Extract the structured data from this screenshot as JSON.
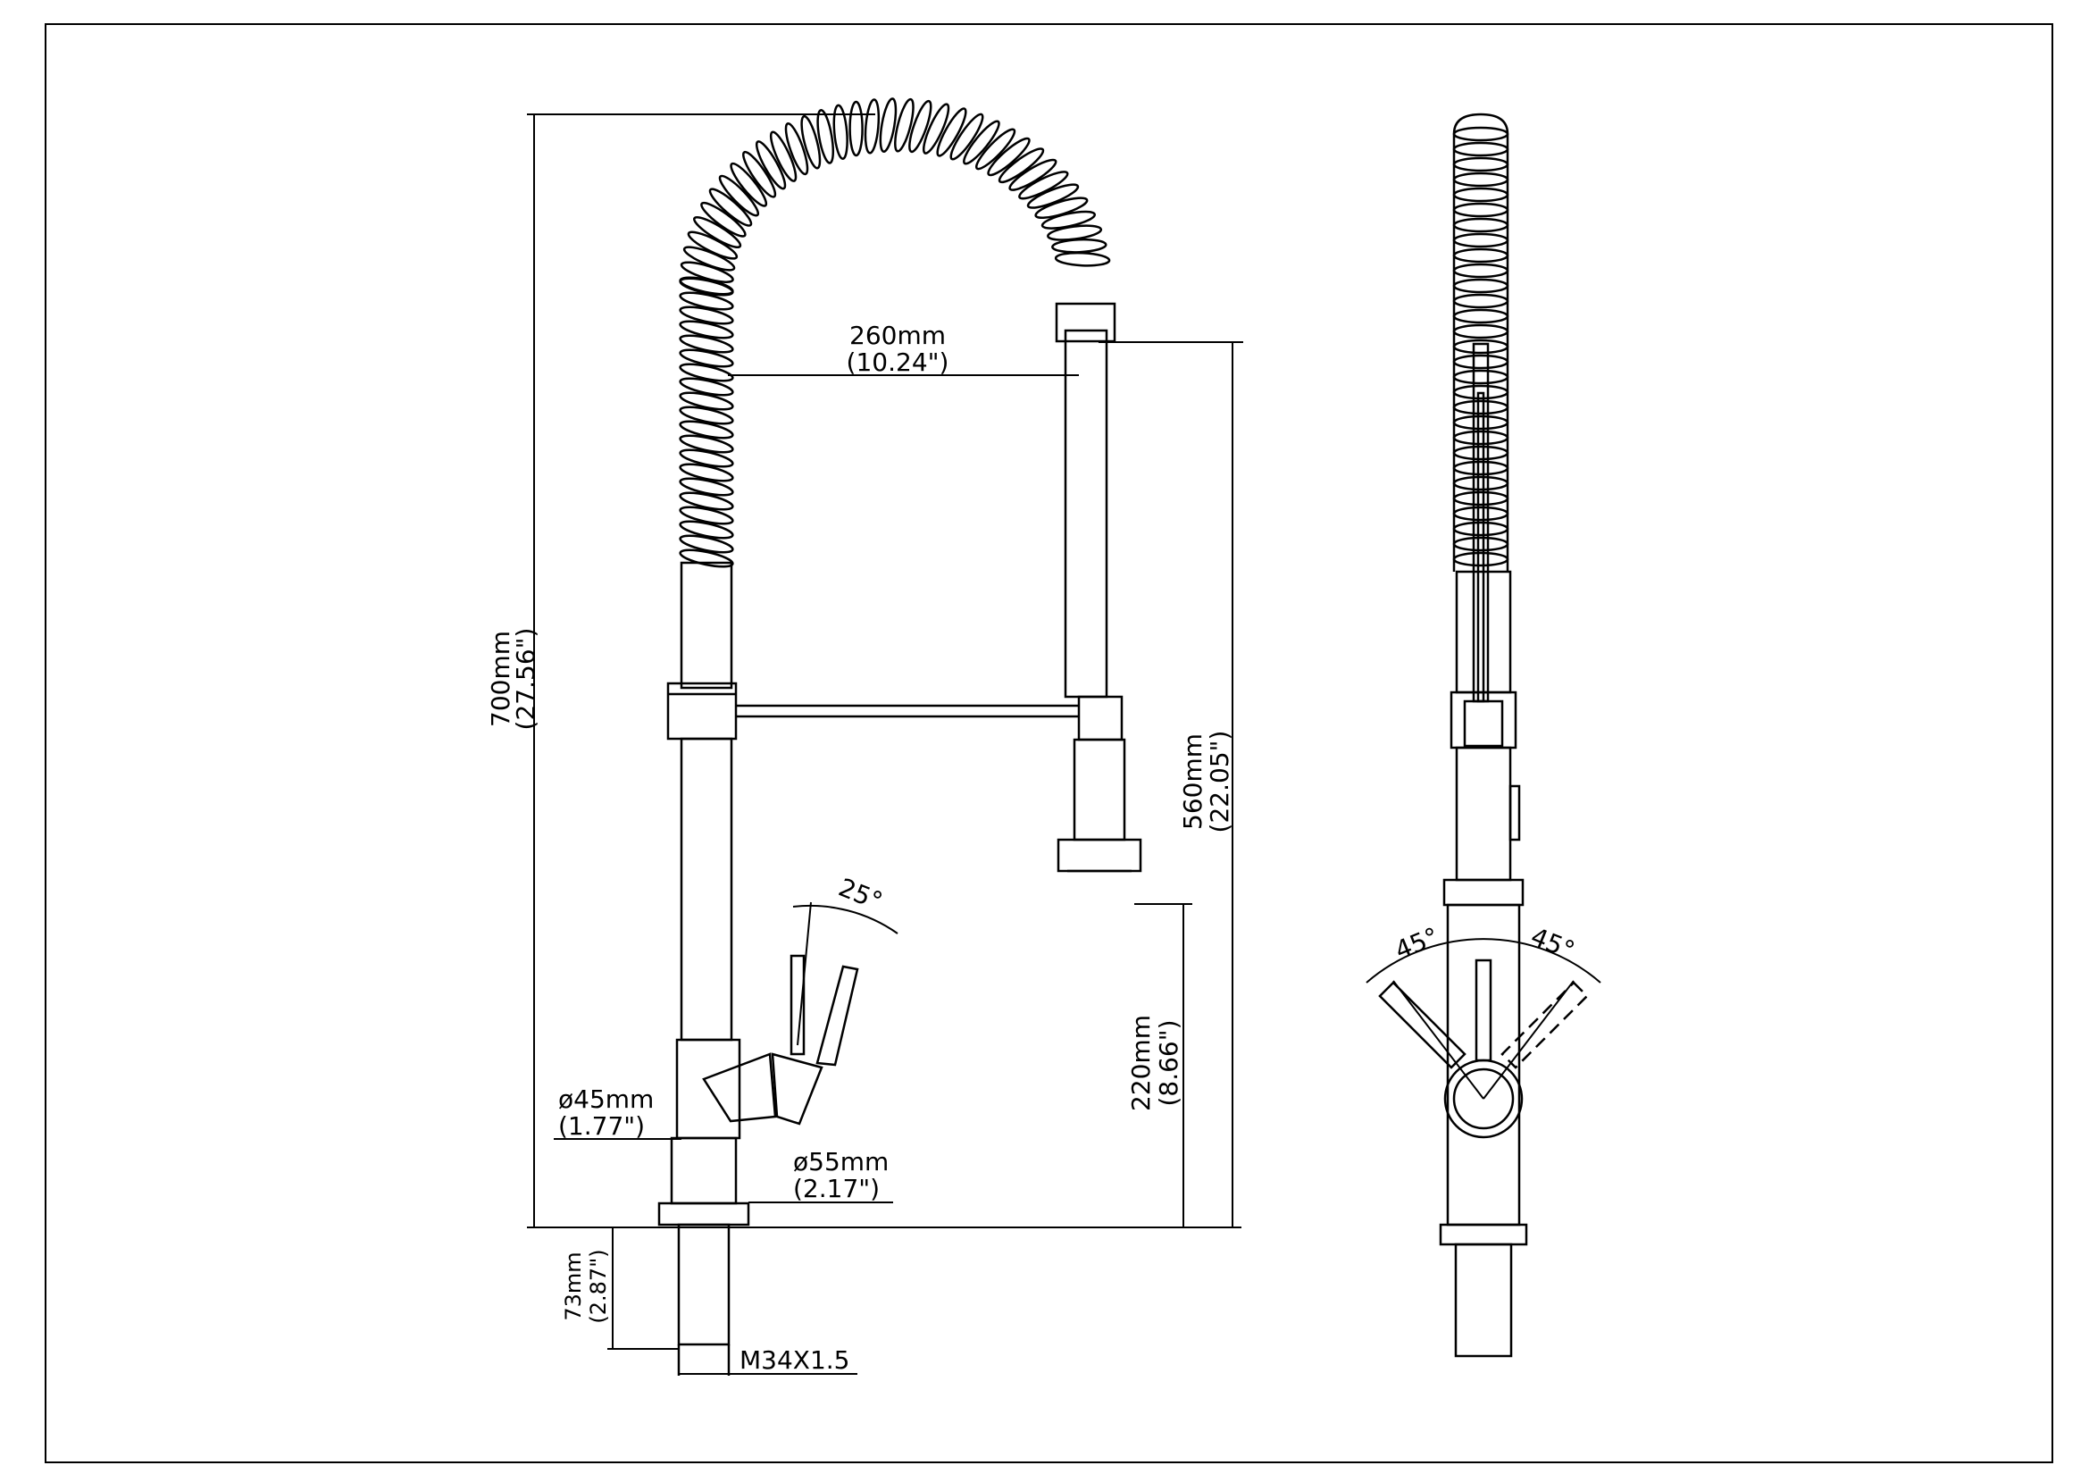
{
  "drawing": {
    "dimensions": {
      "total_height": {
        "metric": "700mm",
        "imperial": "(27.56\")"
      },
      "reach": {
        "metric": "260mm",
        "imperial": "(10.24\")"
      },
      "spout_height": {
        "metric": "560mm",
        "imperial": "(22.05\")"
      },
      "clearance": {
        "metric": "220mm",
        "imperial": "(8.66\")"
      },
      "body_diameter": {
        "metric": "ø45mm",
        "imperial": "(1.77\")"
      },
      "base_diameter": {
        "metric": "ø55mm",
        "imperial": "(2.17\")"
      },
      "shank_length": {
        "metric": "73mm",
        "imperial": "(2.87\")"
      },
      "thread": "M34X1.5"
    },
    "angles": {
      "lever_tilt": "25°",
      "side_left": "45°",
      "side_right": "45°"
    }
  }
}
